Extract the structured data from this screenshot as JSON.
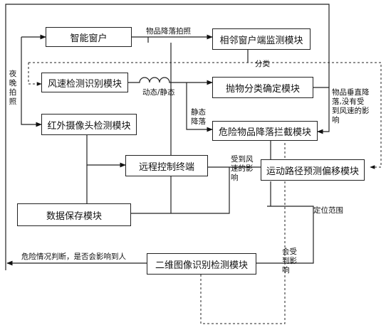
{
  "modules": {
    "smart_window": "智能窗户",
    "neighbor_monitor": "相邻窗户端监测模块",
    "wind_speed": "风速检测识别模块",
    "throw_classify": "抛物分类确定模块",
    "infrared_camera": "红外摄像头检测模块",
    "intercept": "危险物品降落拦截模块",
    "remote_terminal": "远程控制终端",
    "path_predict": "运动路径预测偏移模块",
    "data_storage": "数据保存模块",
    "image_recog": "二维图像识别检测模块"
  },
  "labels": {
    "item_drop_photo": "物品降落拍照",
    "night_photo": "夜晚拍照",
    "classify": "分类",
    "dynamic_static": "动态/静态",
    "static_drop": "静态降落",
    "vertical_drop": "物品垂直降落,没有受到风速的影响",
    "affected_wind": "受到风速的影响",
    "position_range": "定位范围",
    "affected": "会受到影响",
    "danger_judgement": "危险情况判断，是否会影响到人"
  }
}
